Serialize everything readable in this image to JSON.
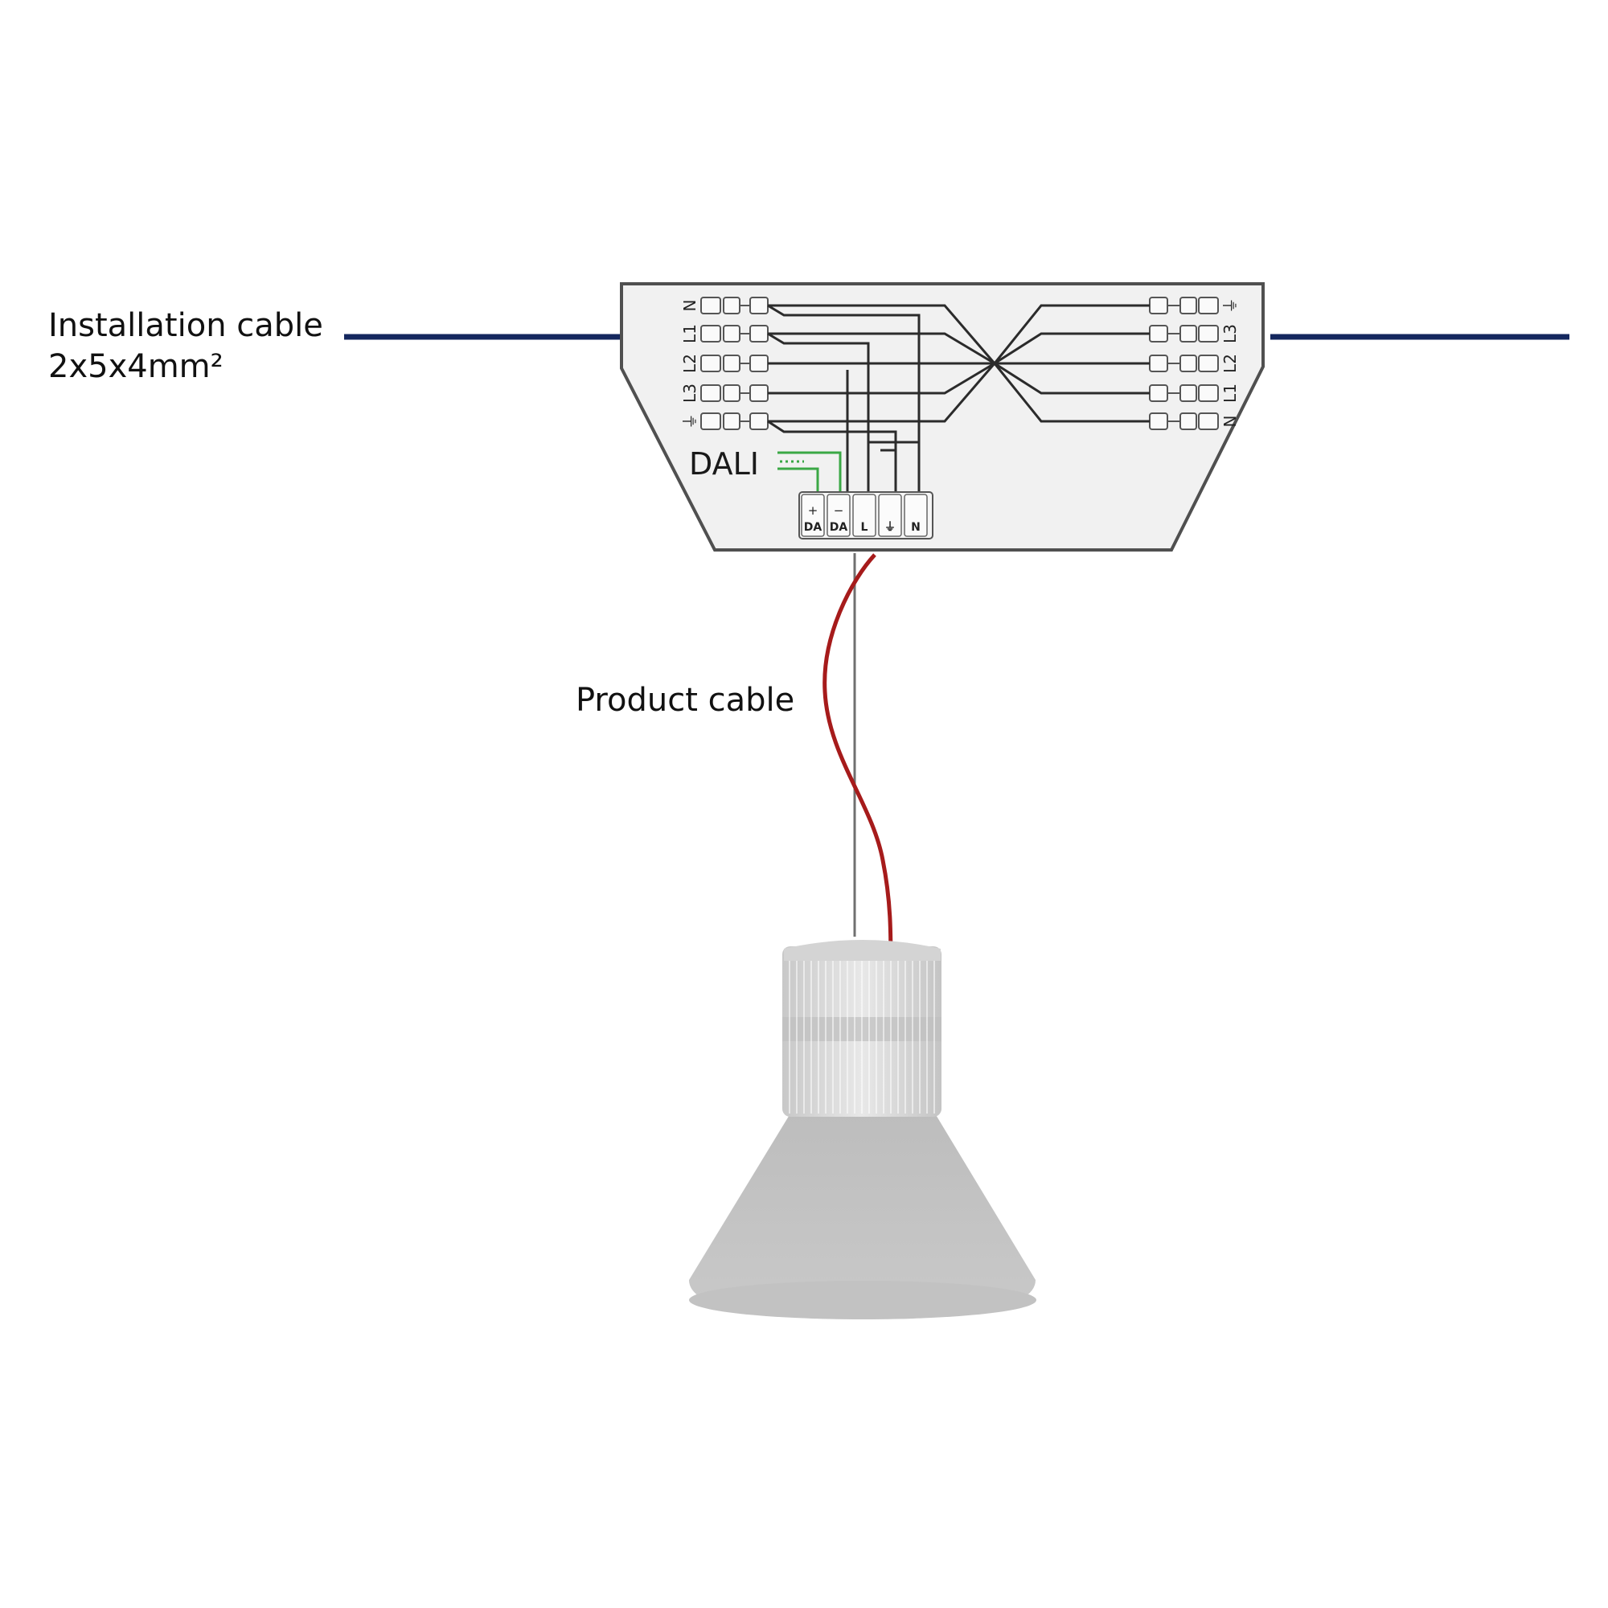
{
  "labels": {
    "installation_cable_line1": "Installation cable",
    "installation_cable_line2": "2x5x4mm²",
    "product_cable": "Product cable",
    "dali": "DALI"
  },
  "terminals_left": [
    "N",
    "L1",
    "L2",
    "L3",
    "⏚"
  ],
  "terminals_right": [
    "⏚",
    "L3",
    "L2",
    "L1",
    "N"
  ],
  "terminals_bottom": [
    {
      "top": "+",
      "bottom": "DA"
    },
    {
      "top": "−",
      "bottom": "DA"
    },
    {
      "top": "",
      "bottom": "L"
    },
    {
      "top": "",
      "bottom": "⏚"
    },
    {
      "top": "",
      "bottom": "N"
    }
  ],
  "colors": {
    "installation_cable": "#14275e",
    "product_cable": "#a61b1b",
    "dali_wires": "#3aa845",
    "internal_wires": "#2b2b2b",
    "box_fill": "#f1f1f1",
    "box_stroke": "#505050",
    "luminaire": "#cbcbcb"
  }
}
